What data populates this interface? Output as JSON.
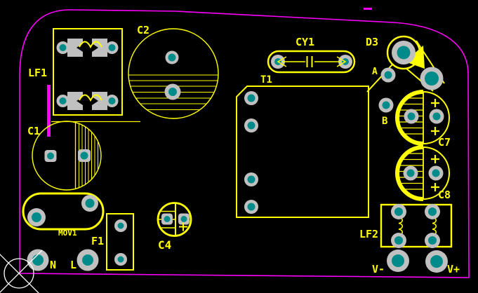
{
  "view": {
    "type": "pcb-layout-top-view"
  },
  "colors": {
    "background": "#000000",
    "board_outline": "#ff00ff",
    "silkscreen": "#ffff00",
    "pad": "#c0c0c0",
    "drill_hole": "#008b8b",
    "origin_marker": "#ffffff"
  },
  "components": {
    "lf1": "LF1",
    "c1": "C1",
    "c2": "C2",
    "cy1": "CY1",
    "t1": "T1",
    "d3": "D3",
    "a": "A",
    "b": "B",
    "c7": "C7",
    "c8": "C8",
    "mov": "MOV1",
    "f1": "F1",
    "c4": "C4",
    "n": "N",
    "l": "L",
    "lf2": "LF2",
    "v_minus": "V-",
    "v_plus": "V+"
  }
}
